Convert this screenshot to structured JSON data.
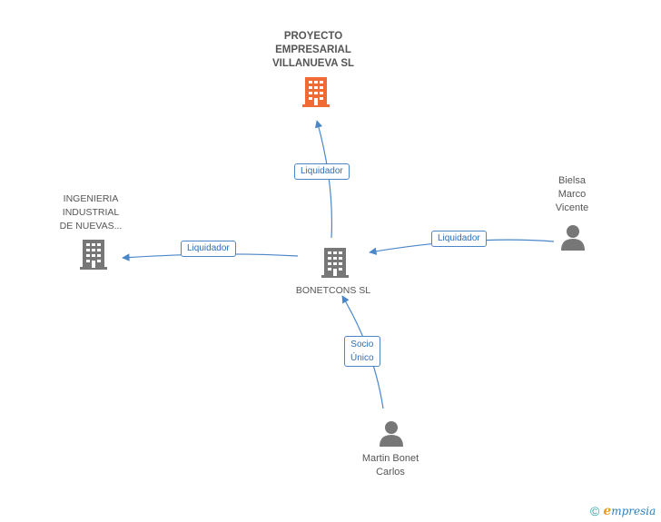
{
  "nodes": {
    "proyecto": {
      "label": "PROYECTO\nEMPRESARIAL\nVILLANUEVA SL",
      "color": "#f06a35"
    },
    "ingenieria": {
      "label": "INGENIERIA\nINDUSTRIAL\nDE NUEVAS...",
      "color": "#777777"
    },
    "bonetcons": {
      "label": "BONETCONS SL",
      "color": "#777777"
    },
    "bielsa": {
      "label": "Bielsa\nMarco\nVicente",
      "color": "#777777"
    },
    "martin": {
      "label": "Martin Bonet\nCarlos",
      "color": "#777777"
    }
  },
  "edges": {
    "to_proyecto": "Liquidador",
    "to_ingenieria": "Liquidador",
    "from_bielsa": "Liquidador",
    "from_martin": "Socio\nÚnico"
  },
  "footer": {
    "copyright": "©",
    "brand_initial": "e",
    "brand_rest": "mpresia"
  },
  "colors": {
    "edge": "#4a86c8",
    "company_highlight": "#f06a35",
    "company": "#777777",
    "person": "#777777"
  }
}
